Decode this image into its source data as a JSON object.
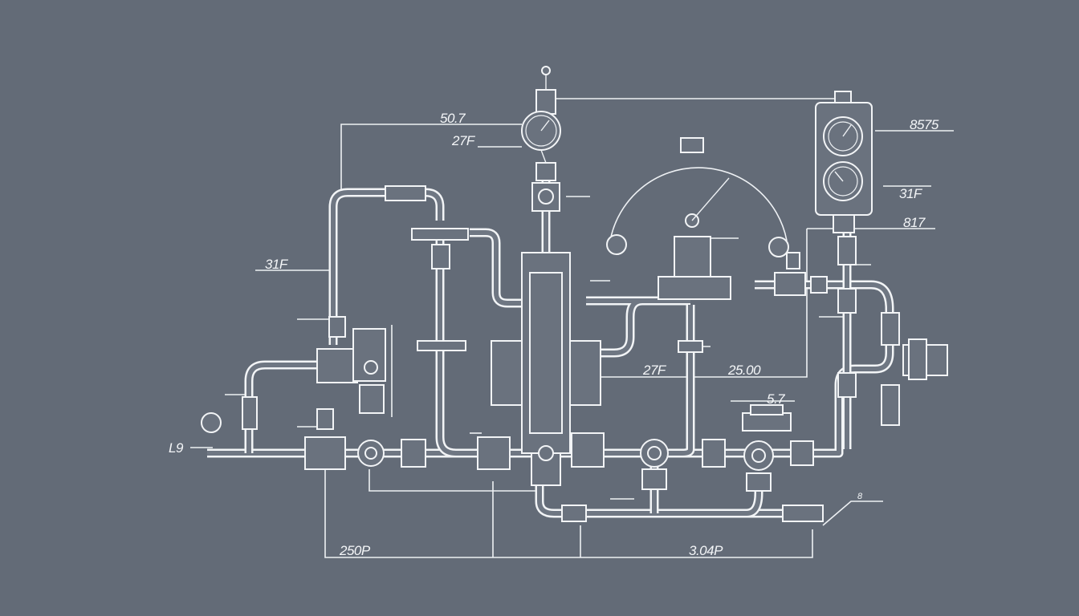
{
  "diagram": {
    "title": "Piping schematic with gauges",
    "colors": {
      "background": "#636b77",
      "line": "#f2f4f6"
    },
    "labels": {
      "top_gauge_upper": "50.7",
      "top_gauge_lower": "27F",
      "left_pipe": "31F",
      "right_box_top": "8575",
      "right_box_mid": "31F",
      "right_box_low": "817",
      "center_left": "27F",
      "center_right": "25.00",
      "right_valve": "5.7",
      "far_left": "L9",
      "bottom_left": "250P",
      "bottom_right": "3.04P",
      "bottom_far_right": "8"
    }
  }
}
